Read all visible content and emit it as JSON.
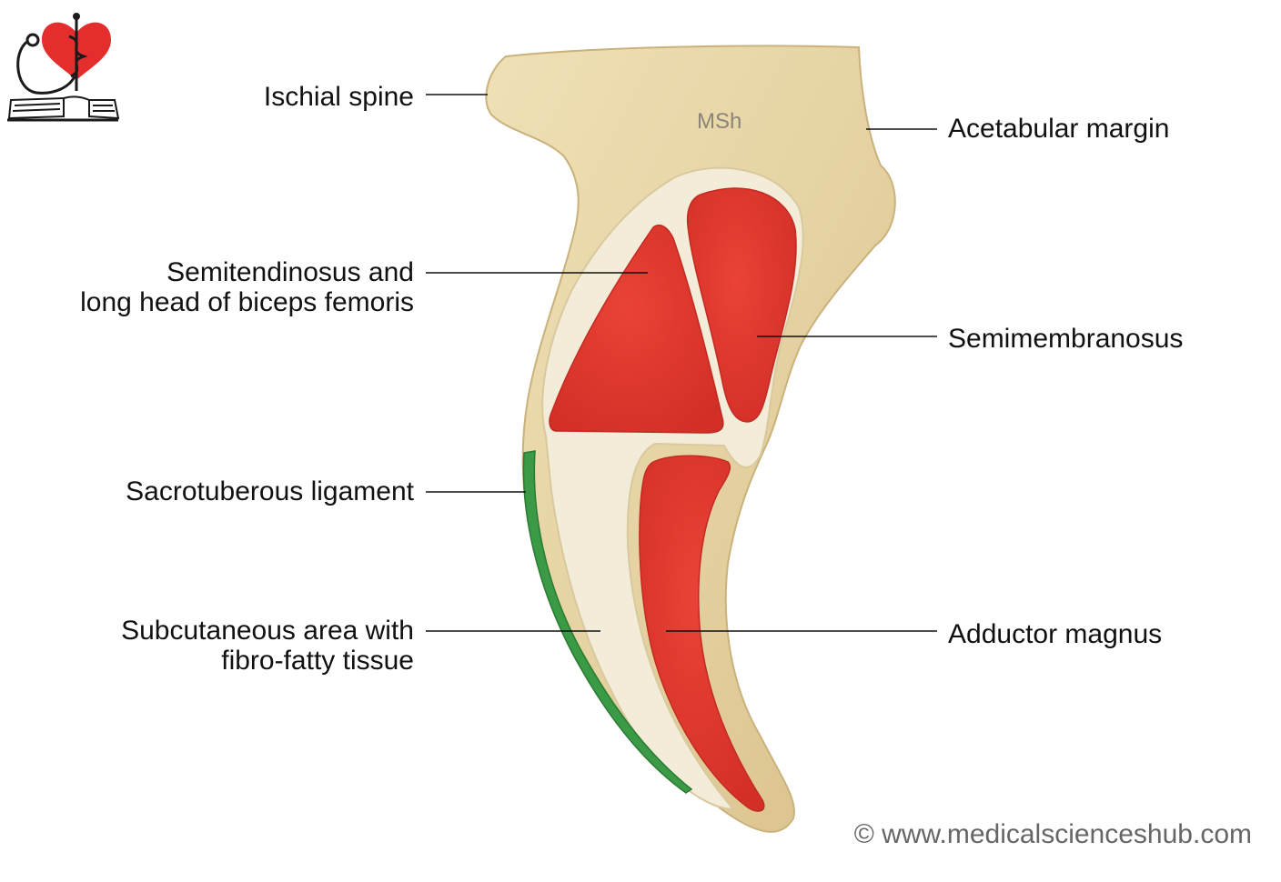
{
  "labels": {
    "ischial_spine": "Ischial spine",
    "acetabular_margin": "Acetabular margin",
    "semitendinosus_line1": "Semitendinosus and",
    "semitendinosus_line2": "long head of biceps femoris",
    "semimembranosus": "Semimembranosus",
    "sacrotuberous_ligament": "Sacrotuberous ligament",
    "subcutaneous_line1": "Subcutaneous area with",
    "subcutaneous_line2": "fibro-fatty tissue",
    "adductor_magnus": "Adductor magnus"
  },
  "watermark": "MSh",
  "copyright": "© www.medicalscienceshub.com",
  "colors": {
    "bone": "#e8d6a8",
    "bone_edge": "#c9b27c",
    "rim": "#f2ecdc",
    "muscle": "#e2372d",
    "muscle_dark": "#c22a22",
    "ligament": "#3a9a45",
    "logo_heart": "#e42d2d"
  },
  "icons": {
    "logo": "heart-stethoscope-book-icon"
  }
}
